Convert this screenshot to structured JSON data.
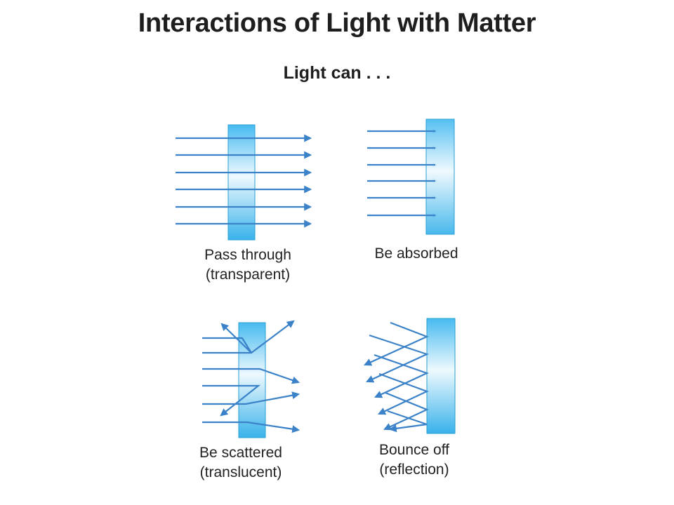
{
  "title": "Interactions of Light with Matter",
  "subtitle": "Light can . . .",
  "panels": [
    {
      "line1": "Pass through",
      "line2": "(transparent)"
    },
    {
      "line1": "Be absorbed",
      "line2": ""
    },
    {
      "line1": "Be scattered",
      "line2": "(translucent)"
    },
    {
      "line1": "Bounce off",
      "line2": "(reflection)"
    }
  ],
  "colors": {
    "arrow": "#3b82c8",
    "slab_edge": "#2a9fd6",
    "slab_light": "#e8f7fd",
    "slab_dark": "#3bb6ea"
  }
}
